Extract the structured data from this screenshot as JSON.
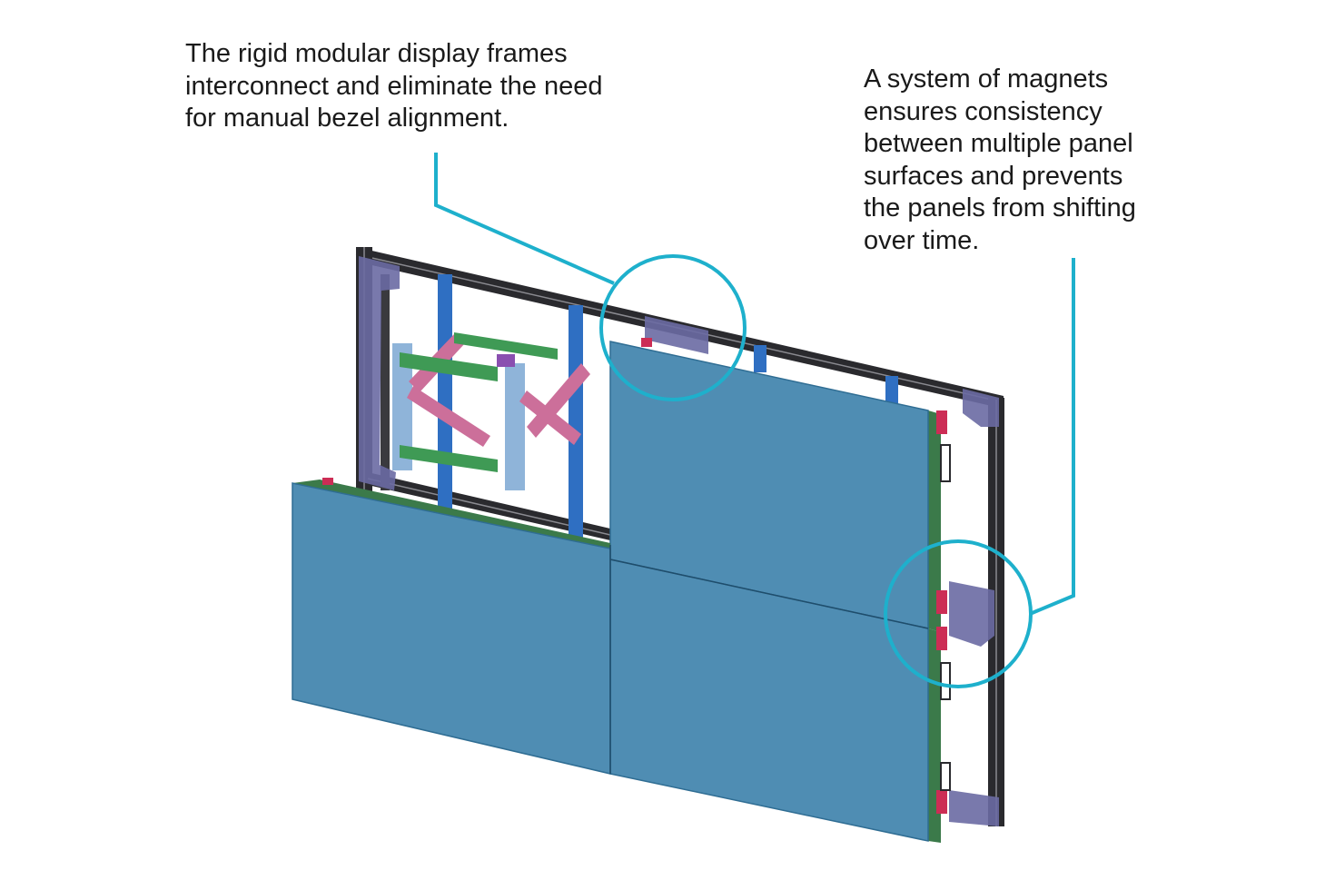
{
  "callouts": [
    {
      "id": "frames",
      "lines": [
        "The rigid modular display frames",
        "interconnect and eliminate the need",
        "for manual bezel alignment."
      ]
    },
    {
      "id": "magnets",
      "lines": [
        "A system of magnets",
        "ensures consistency",
        "between multiple panel",
        "surfaces and prevents",
        "the panels from shifting",
        "over time."
      ]
    }
  ],
  "colors": {
    "callout_accent": "#1eb0cc",
    "panel_face": "#4f8db3",
    "panel_edge": "#2f6d93",
    "frame_dark": "#2a2a2e",
    "frame_bracket": "#6a6aa3",
    "rail_blue": "#2f6fc2",
    "mount_green": "#3f9a55",
    "mount_pink": "#cc6f9a",
    "magnet_red": "#cc2d55"
  }
}
